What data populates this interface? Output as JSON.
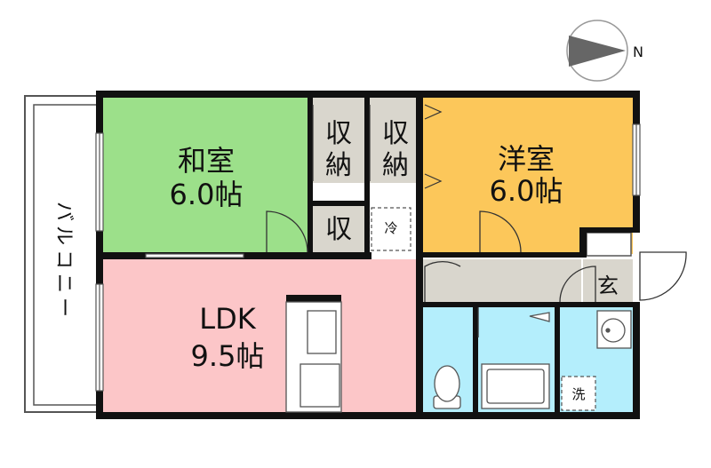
{
  "compass": {
    "label": "N"
  },
  "rooms": {
    "washitsu": {
      "name": "和室",
      "size": "6.0帖"
    },
    "youshitsu": {
      "name": "洋室",
      "size": "6.0帖"
    },
    "ldk": {
      "name": "LDK",
      "size": "9.5帖"
    },
    "storage1": {
      "line1": "収",
      "line2": "納"
    },
    "storage2": {
      "line1": "収",
      "line2": "納"
    },
    "storage3": {
      "label": "収"
    },
    "genkan": {
      "label": "玄"
    },
    "balcony": {
      "chars": [
        "バ",
        "ル",
        "コ",
        "ニ",
        "ー"
      ]
    }
  },
  "fixtures": {
    "fridge": "冷",
    "washer": "洗"
  },
  "colors": {
    "washitsu": "#9ce08a",
    "youshitsu": "#fcc75a",
    "ldk": "#fcc6c8",
    "storage": "#d9d6cd",
    "wet": "#b4eefc",
    "wall": "#111111"
  }
}
